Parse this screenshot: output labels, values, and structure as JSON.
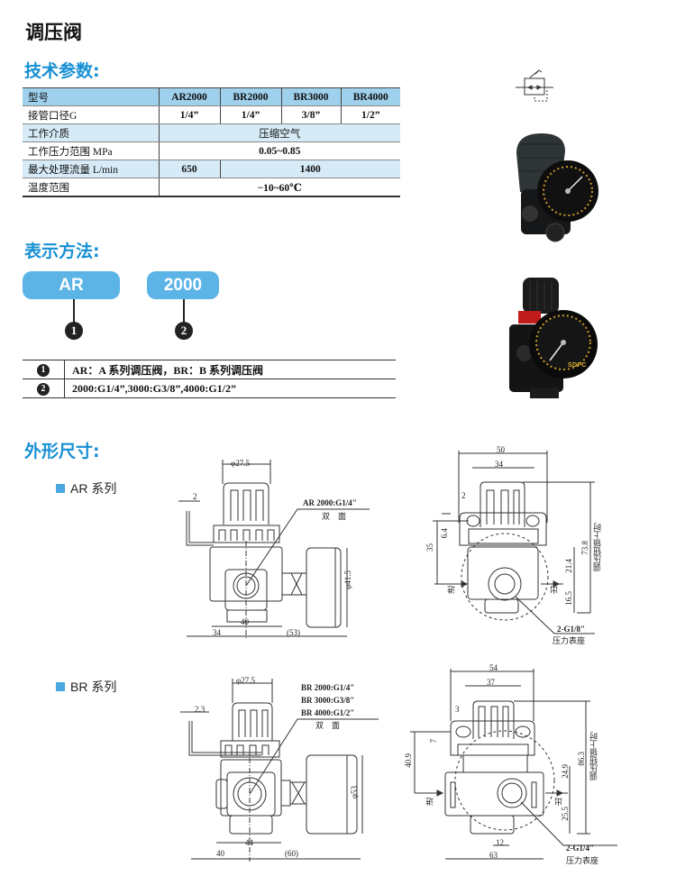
{
  "page_title": "调压阀",
  "sections": {
    "specs": "技术参数:",
    "notation": "表示方法:",
    "dimensions": "外形尺寸:"
  },
  "spec_table": {
    "header": [
      "型号",
      "AR2000",
      "BR2000",
      "BR3000",
      "BR4000"
    ],
    "port_size": {
      "label": "接管口径G",
      "values": [
        "1/4”",
        "1/4”",
        "3/8”",
        "1/2”"
      ]
    },
    "medium": {
      "label": "工作介质",
      "value": "压缩空气"
    },
    "pressure": {
      "label": "工作压力范围 MPa",
      "value": "0.05~0.85"
    },
    "flow": {
      "label": "最大处理流量 L/min",
      "ar": "650",
      "br": "1400"
    },
    "temperature": {
      "label": "温度范围",
      "value": "−10~60℃"
    }
  },
  "notation": {
    "part1": "AR",
    "part2": "2000",
    "markers": [
      "1",
      "2"
    ],
    "legend": [
      {
        "num": "1",
        "text": "AR：A 系列调压阀，BR：B 系列调压阀"
      },
      {
        "num": "2",
        "text": "2000:G1/4”,3000:G3/8”,4000:G1/2”"
      }
    ]
  },
  "series": {
    "ar": "AR 系列",
    "br": "BR 系列"
  },
  "ar_front": {
    "knob_dia": "φ27.5",
    "bracket": "2",
    "port": "AR 2000:G1/4\"",
    "both_sides": "双　面",
    "gauge_dia": "φ41.5",
    "body_w": "40",
    "left": "34",
    "right": "(53)"
  },
  "ar_side": {
    "w_total": "50",
    "w_holes": "34",
    "hole": "2",
    "hole_h": "6.4",
    "height_35": "35",
    "total_h": "73.8",
    "upper": "21.4",
    "lower": "16.5",
    "note": "调压钮锁上时",
    "in": "进",
    "out": "出",
    "gauge_port": "2-G1/8\"",
    "gauge_seat": "压力表座"
  },
  "br_front": {
    "knob_dia": "φ27.5",
    "bracket": "2.3",
    "ports": [
      "BR 2000:G1/4\"",
      "BR 3000:G3/8\"",
      "BR 4000:G1/2\""
    ],
    "both_sides": "双　面",
    "gauge_dia": "φ53",
    "body_w": "44",
    "left": "40",
    "right": "(60)"
  },
  "br_side": {
    "w_total": "54",
    "w_holes": "37",
    "hole": "3",
    "hole_h": "7",
    "height_409": "40.9",
    "total_h": "86.3",
    "upper": "24.9",
    "lower": "25.5",
    "note": "调压钮锁上时",
    "in": "进",
    "out": "出",
    "bottom": "12",
    "body_w": "63",
    "gauge_port": "2-G1/4\"",
    "gauge_seat": "压力表座"
  },
  "photos": {
    "gauge_brand": "SDPC"
  }
}
